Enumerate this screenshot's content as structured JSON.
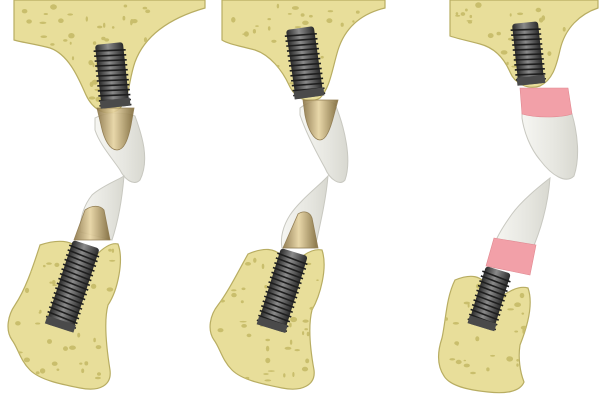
{
  "figure": {
    "panels": [
      {
        "id": "panel-1",
        "variant": "transparent-crown-gold-abutment"
      },
      {
        "id": "panel-2",
        "variant": "transparent-crown-gold-abutment-angled"
      },
      {
        "id": "panel-3",
        "variant": "pink-collar-crown"
      }
    ]
  },
  "colors": {
    "bone_fill": "#e8de9a",
    "bone_stroke": "#b8ad62",
    "bone_pore": "#c9be6c",
    "implant_dark": "#3a3a3a",
    "implant_mid": "#6a6a6a",
    "abutment_gold": "#c9b07a",
    "abutment_shadow": "#8a7446",
    "crown_fill": "#eeeeea",
    "crown_stroke": "#c8c8c0",
    "gingiva_pink": "#f2a0a8",
    "background": "#ffffff"
  }
}
